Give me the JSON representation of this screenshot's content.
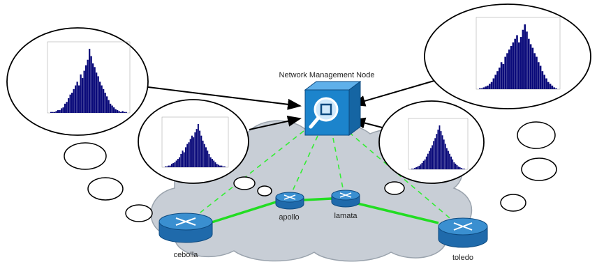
{
  "management": {
    "label": "Network Management Node"
  },
  "routers": [
    {
      "id": "cebolla",
      "label": "cebolla"
    },
    {
      "id": "apollo",
      "label": "apollo"
    },
    {
      "id": "lamata",
      "label": "lamata"
    },
    {
      "id": "toledo",
      "label": "toledo"
    }
  ],
  "histograms": [
    {
      "id": "hist-large-left",
      "values": [
        1,
        1,
        1,
        2,
        3,
        3,
        5,
        6,
        10,
        12,
        16,
        20,
        22,
        26,
        30,
        34,
        30,
        42,
        38,
        46,
        52,
        58,
        70,
        62,
        54,
        50,
        44,
        40,
        34,
        30,
        26,
        22,
        18,
        14,
        10,
        8,
        6,
        4,
        3,
        2,
        1,
        2,
        1,
        1
      ]
    },
    {
      "id": "hist-small-left",
      "values": [
        1,
        1,
        2,
        2,
        4,
        5,
        6,
        8,
        10,
        12,
        16,
        20,
        18,
        24,
        28,
        30,
        34,
        38,
        36,
        42,
        46,
        52,
        44,
        38,
        32,
        28,
        24,
        20,
        16,
        12,
        10,
        8,
        6,
        4,
        3,
        2,
        2,
        1,
        1
      ]
    },
    {
      "id": "hist-large-right",
      "values": [
        1,
        1,
        2,
        3,
        4,
        6,
        8,
        12,
        16,
        20,
        24,
        30,
        28,
        36,
        40,
        44,
        48,
        52,
        56,
        60,
        52,
        58,
        66,
        72,
        64,
        56,
        50,
        46,
        40,
        36,
        30,
        26,
        20,
        16,
        12,
        8,
        6,
        4,
        2,
        1
      ]
    },
    {
      "id": "hist-small-right",
      "values": [
        1,
        1,
        2,
        3,
        4,
        5,
        7,
        9,
        12,
        14,
        18,
        22,
        26,
        30,
        34,
        40,
        44,
        50,
        56,
        62,
        54,
        48,
        42,
        36,
        30,
        26,
        22,
        18,
        14,
        10,
        8,
        6,
        4,
        3,
        2,
        1,
        1
      ]
    }
  ],
  "colors": {
    "bar": "#0a0a7a",
    "cloud": "#c8ced6",
    "cloud_edge": "#9aa3ad",
    "link": "#22dd22",
    "router_top": "#3a8fd0",
    "router_side": "#1f6aab",
    "cube_front": "#1c84cc",
    "cube_top": "#5fb0ea",
    "cube_side": "#1565a3"
  }
}
